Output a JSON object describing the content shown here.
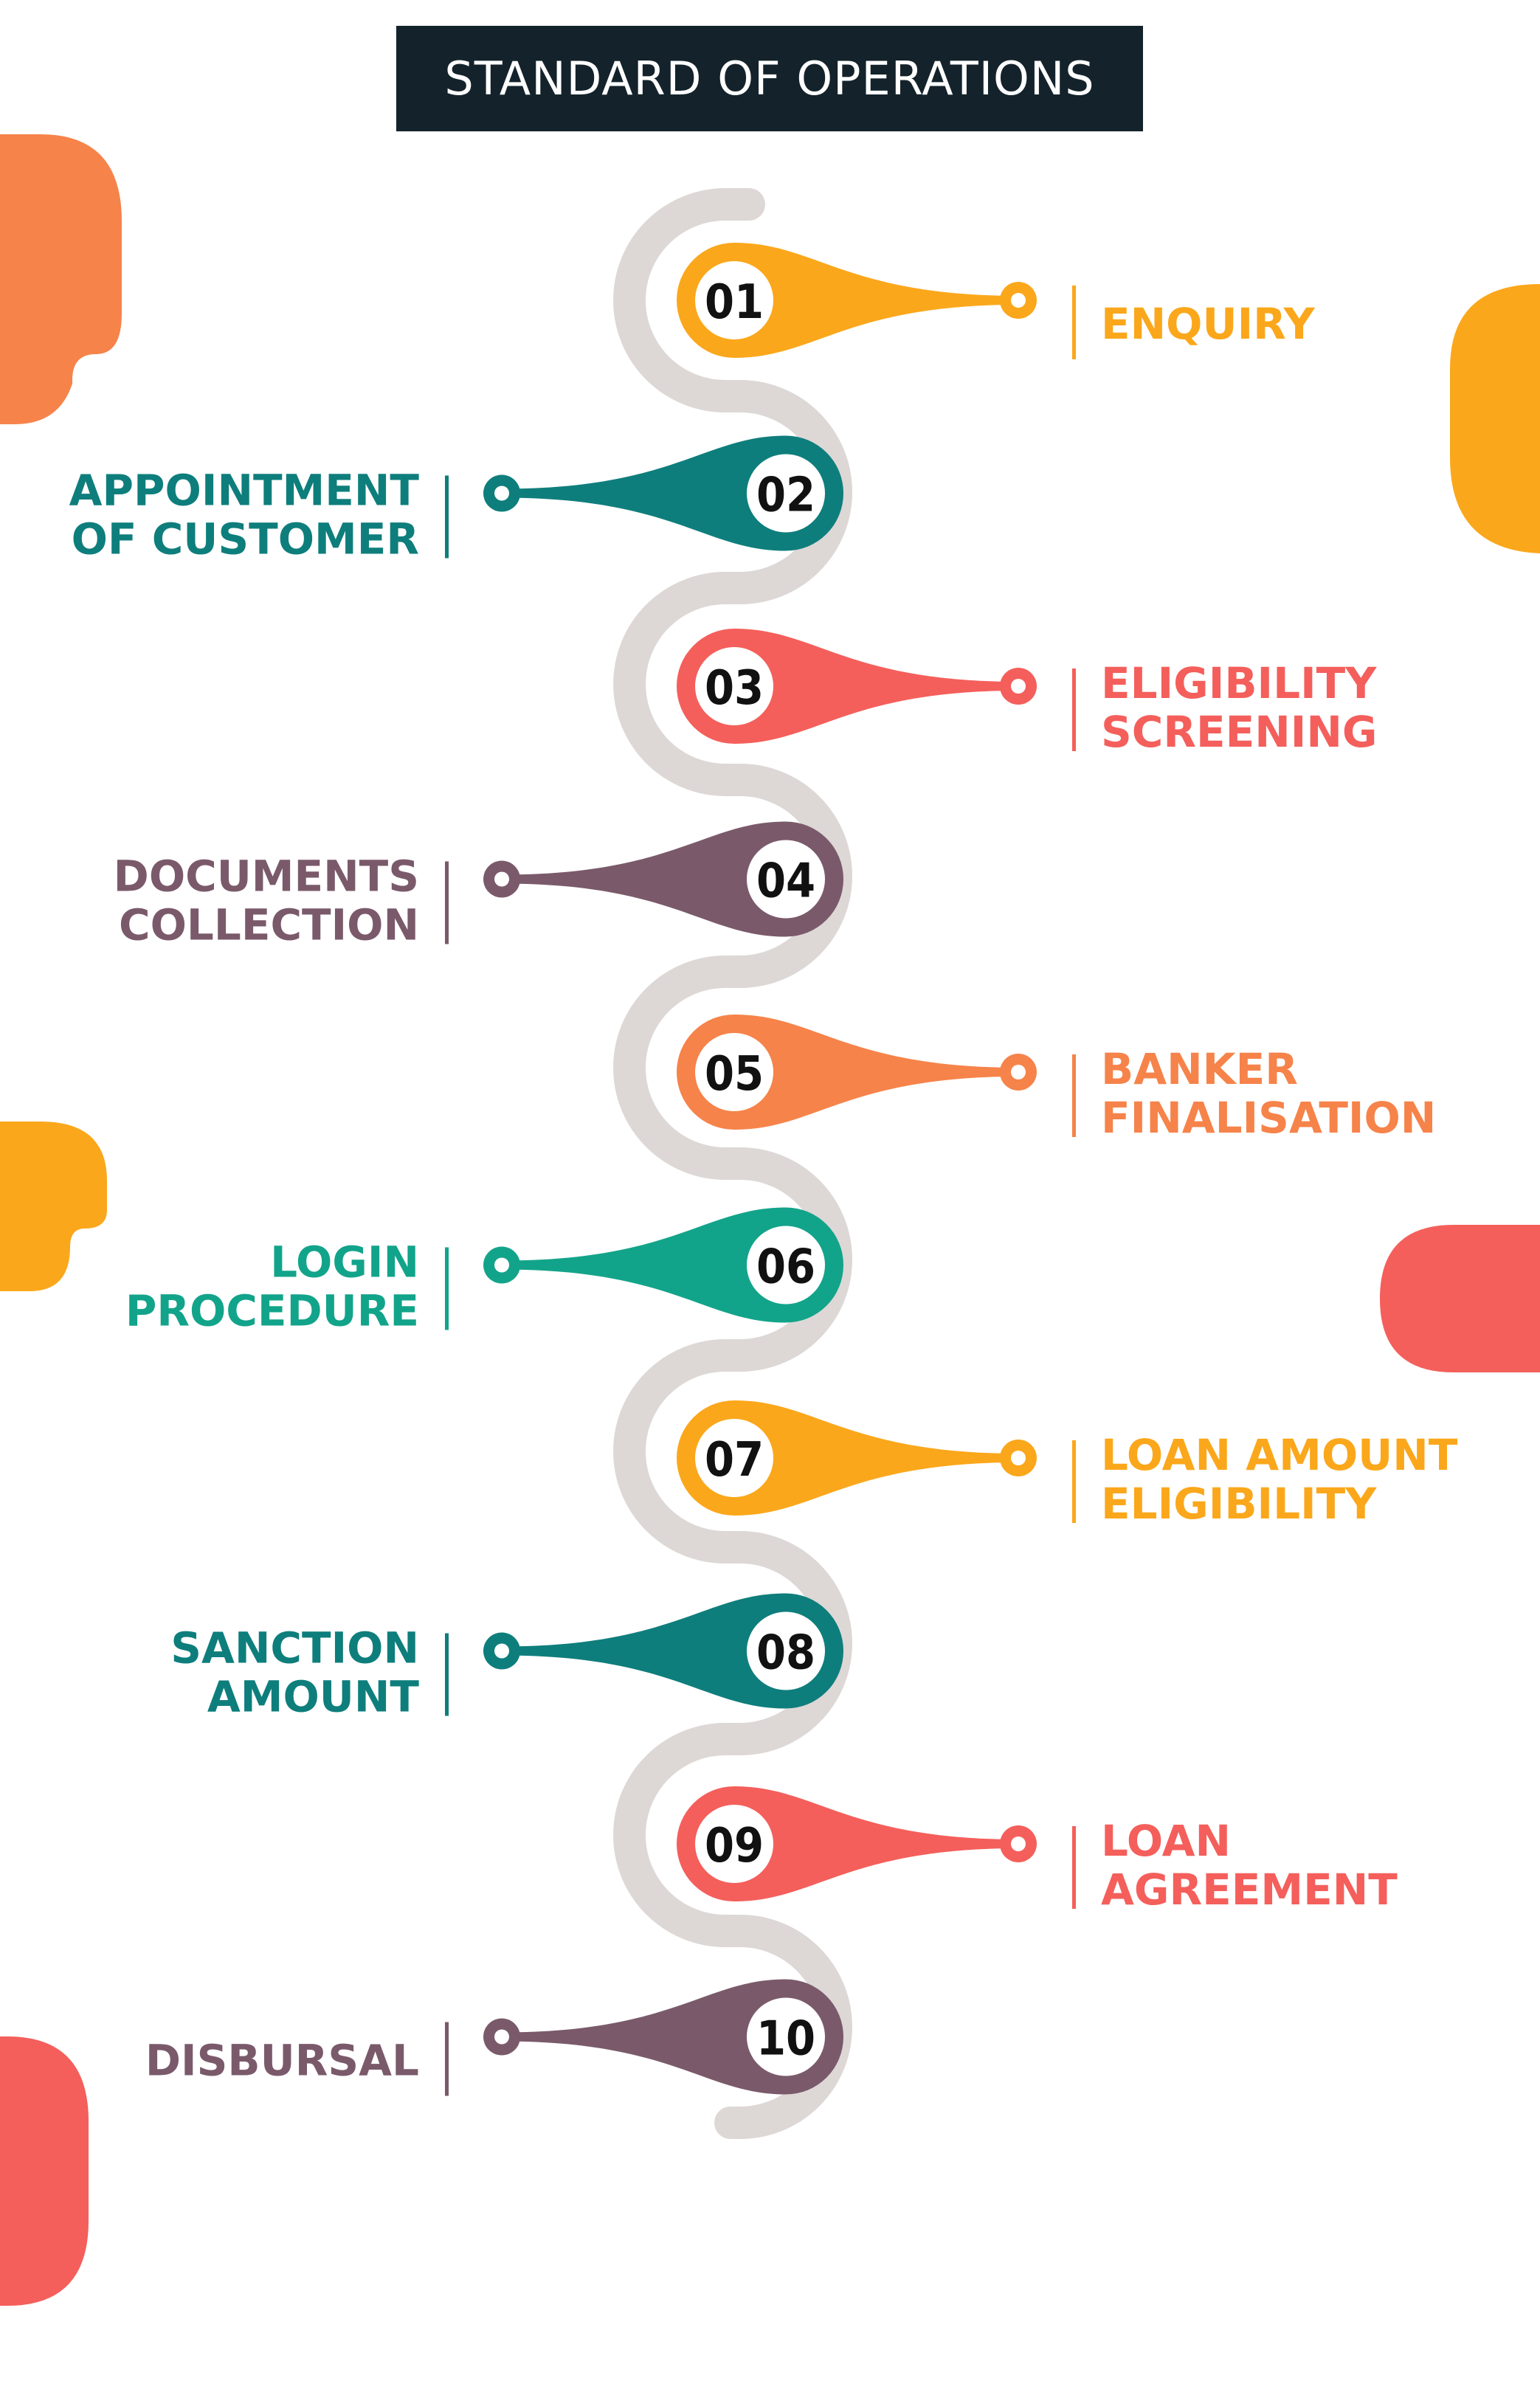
{
  "title": "STANDARD OF OPERATIONS",
  "colors": {
    "title_bg": "#14232B",
    "title_text": "#FFFFFF",
    "path": "#DDD8D6",
    "orange_light": "#FBA71B",
    "orange": "#F6834A",
    "coral": "#F45F5B",
    "teal_dark": "#0E7E7C",
    "teal": "#12A48A",
    "mauve": "#7A5A6A"
  },
  "steps": [
    {
      "number": "01",
      "lines": [
        "ENQUIRY"
      ],
      "side": "right",
      "color": "#FBA71B"
    },
    {
      "number": "02",
      "lines": [
        "APPOINTMENT",
        "OF CUSTOMER"
      ],
      "side": "left",
      "color": "#0E7E7C"
    },
    {
      "number": "03",
      "lines": [
        "ELIGIBILITY",
        "SCREENING"
      ],
      "side": "right",
      "color": "#F45F5B"
    },
    {
      "number": "04",
      "lines": [
        "DOCUMENTS",
        "COLLECTION"
      ],
      "side": "left",
      "color": "#7A5A6A"
    },
    {
      "number": "05",
      "lines": [
        "BANKER",
        "FINALISATION"
      ],
      "side": "right",
      "color": "#F6834A"
    },
    {
      "number": "06",
      "lines": [
        "LOGIN",
        "PROCEDURE"
      ],
      "side": "left",
      "color": "#12A48A"
    },
    {
      "number": "07",
      "lines": [
        "LOAN AMOUNT",
        "ELIGIBILITY"
      ],
      "side": "right",
      "color": "#FBA71B"
    },
    {
      "number": "08",
      "lines": [
        "SANCTION",
        "AMOUNT"
      ],
      "side": "left",
      "color": "#0E7E7C"
    },
    {
      "number": "09",
      "lines": [
        "LOAN",
        "AGREEMENT"
      ],
      "side": "right",
      "color": "#F45F5B"
    },
    {
      "number": "10",
      "lines": [
        "DISBURSAL"
      ],
      "side": "left",
      "color": "#7A5A6A"
    }
  ]
}
